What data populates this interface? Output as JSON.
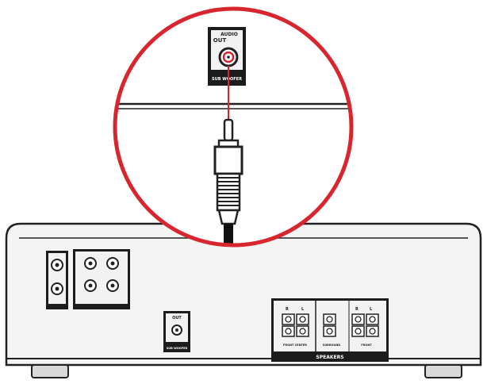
{
  "zoom": {
    "jack_top_label": "AUDIO",
    "jack_main_label": "OUT",
    "jack_band_label": "SUB WOOFER"
  },
  "receiver": {
    "sub_jack_top_label": "OUT",
    "sub_jack_band_label": "SUB WOOFER",
    "speakers_label": "SPEAKERS",
    "speaker_group_labels": [
      "FRONT CENTER",
      "SURROUND",
      "FRONT"
    ],
    "channel_r": "R",
    "channel_l": "L"
  },
  "colors": {
    "accent_red": "#d7262e",
    "outline": "#222222",
    "panel_fill": "#f2f2f2",
    "jack_panel": "#1c1c1c"
  }
}
